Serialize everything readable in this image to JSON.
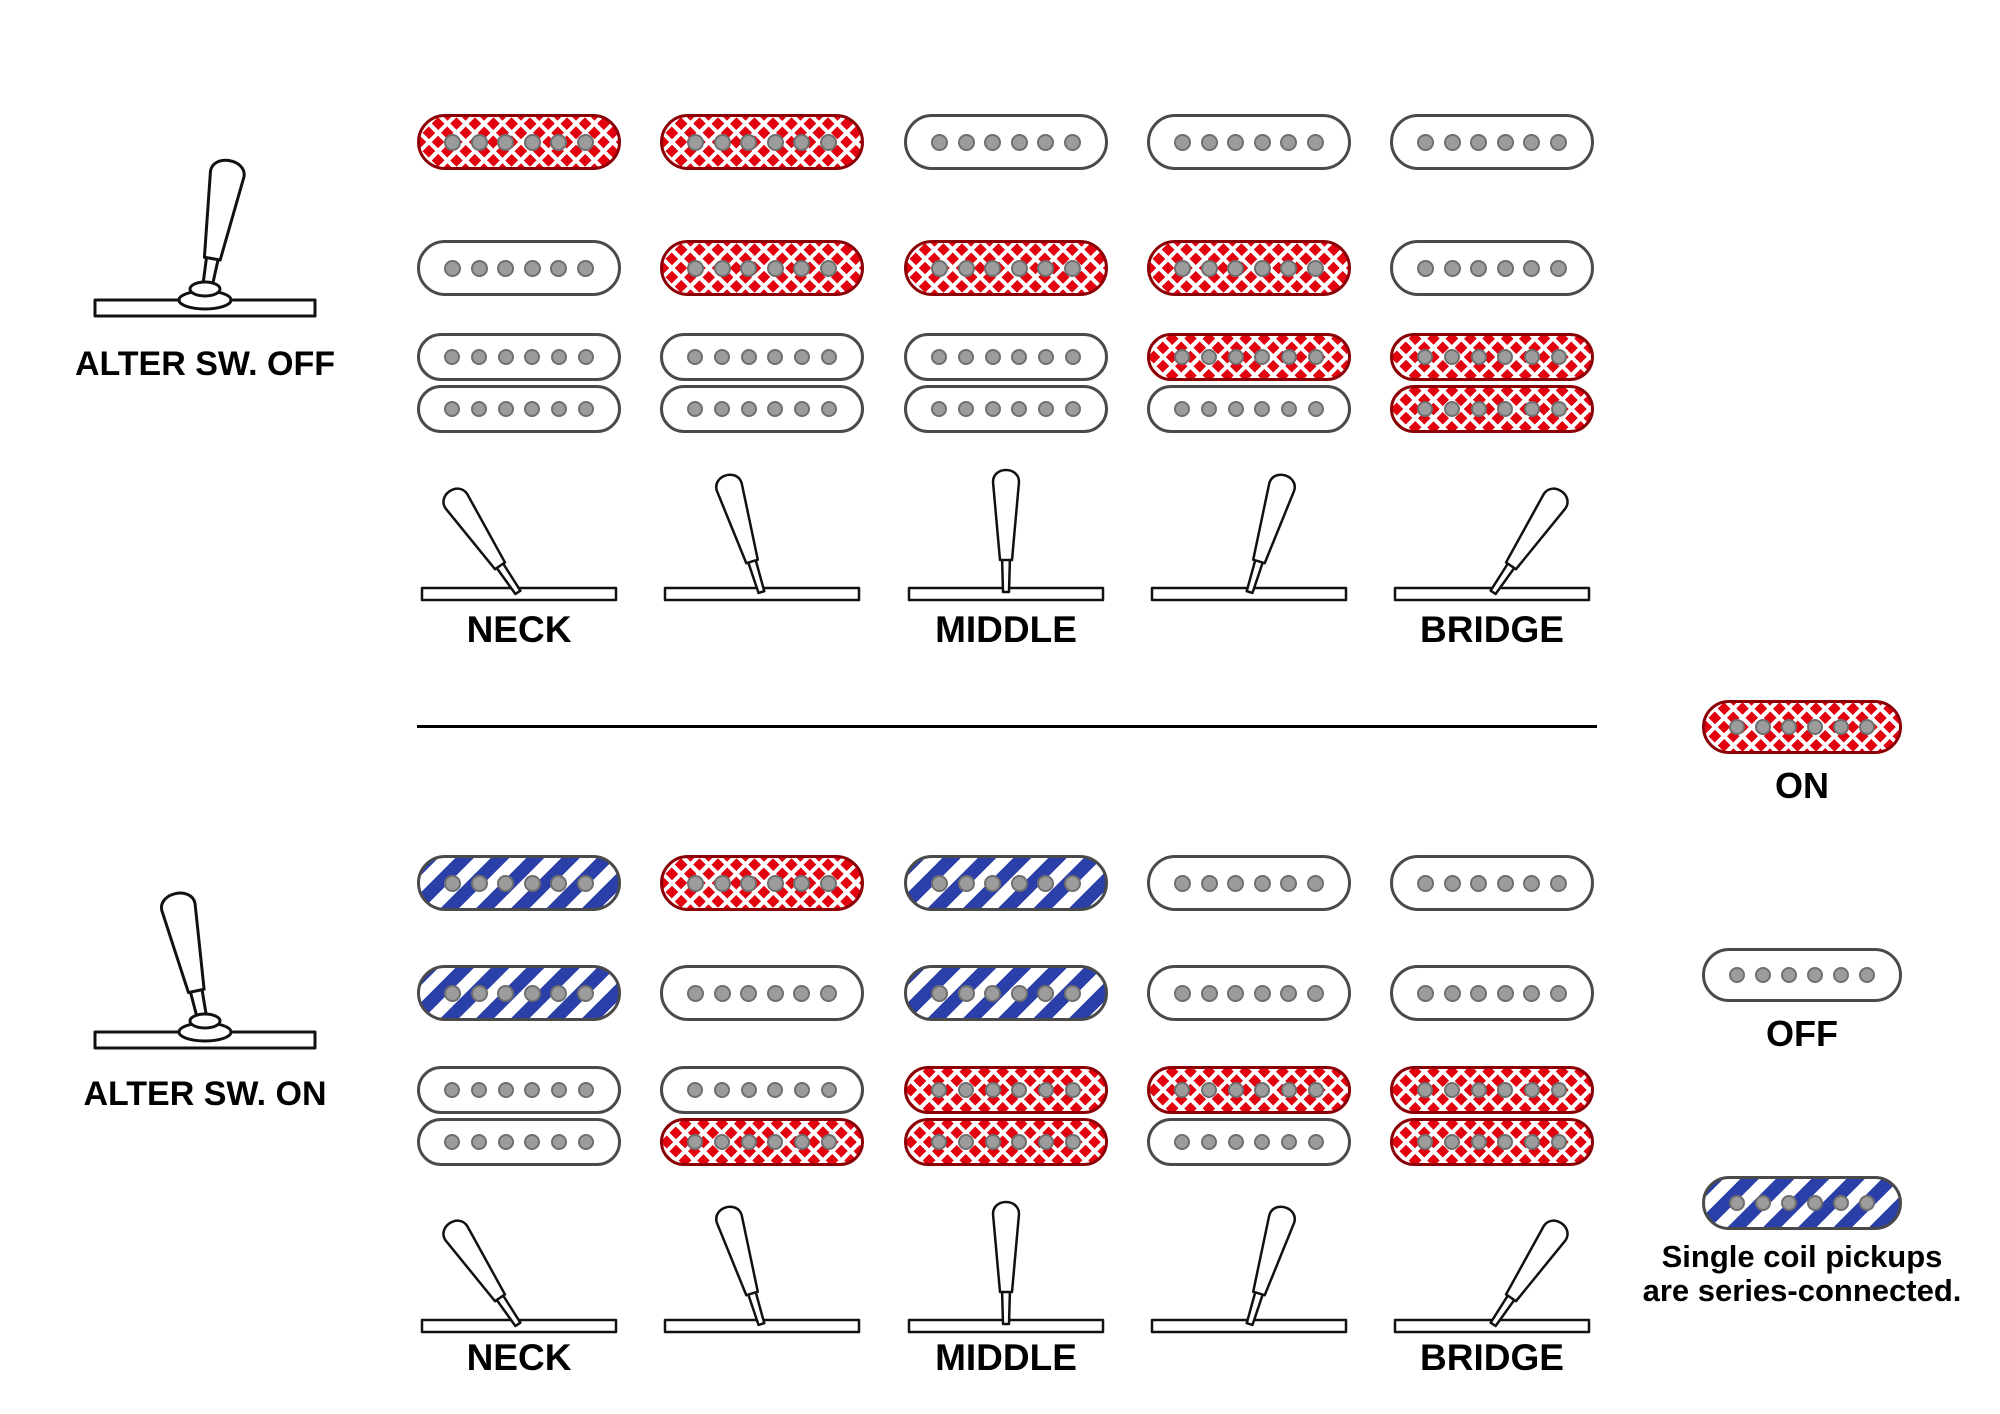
{
  "colors": {
    "active": "#e3000f",
    "series": "#2b3fa8",
    "pole": "#9c9c9c"
  },
  "sections": [
    {
      "switch_label": "ALTER SW. OFF",
      "rows": [
        {
          "name": "neck-pickup",
          "states": [
            "on",
            "on",
            "off",
            "off",
            "off"
          ]
        },
        {
          "name": "middle-pickup",
          "states": [
            "off",
            "on",
            "on",
            "on",
            "off"
          ]
        },
        {
          "name": "bridge-humbucker-north-coil",
          "states": [
            "off",
            "off",
            "off",
            "on",
            "on"
          ]
        },
        {
          "name": "bridge-humbucker-south-coil",
          "states": [
            "off",
            "off",
            "off",
            "off",
            "on"
          ]
        }
      ],
      "lever_angles": [
        -34,
        -17,
        0,
        17,
        34
      ],
      "position_labels": [
        "NECK",
        "MIDDLE",
        "BRIDGE"
      ]
    },
    {
      "switch_label": "ALTER SW. ON",
      "rows": [
        {
          "name": "neck-pickup",
          "states": [
            "series",
            "on",
            "series",
            "off",
            "off"
          ]
        },
        {
          "name": "middle-pickup",
          "states": [
            "series",
            "off",
            "series",
            "off",
            "off"
          ]
        },
        {
          "name": "bridge-humbucker-north-coil",
          "states": [
            "off",
            "off",
            "on",
            "on",
            "on"
          ]
        },
        {
          "name": "bridge-humbucker-south-coil",
          "states": [
            "off",
            "on",
            "on",
            "off",
            "on"
          ]
        }
      ],
      "lever_angles": [
        -34,
        -17,
        0,
        17,
        34
      ],
      "position_labels": [
        "NECK",
        "MIDDLE",
        "BRIDGE"
      ]
    }
  ],
  "legend": [
    {
      "state": "on",
      "label": "ON"
    },
    {
      "state": "off",
      "label": "OFF"
    },
    {
      "state": "series",
      "label": "Single coil pickups\nare series-connected."
    }
  ]
}
